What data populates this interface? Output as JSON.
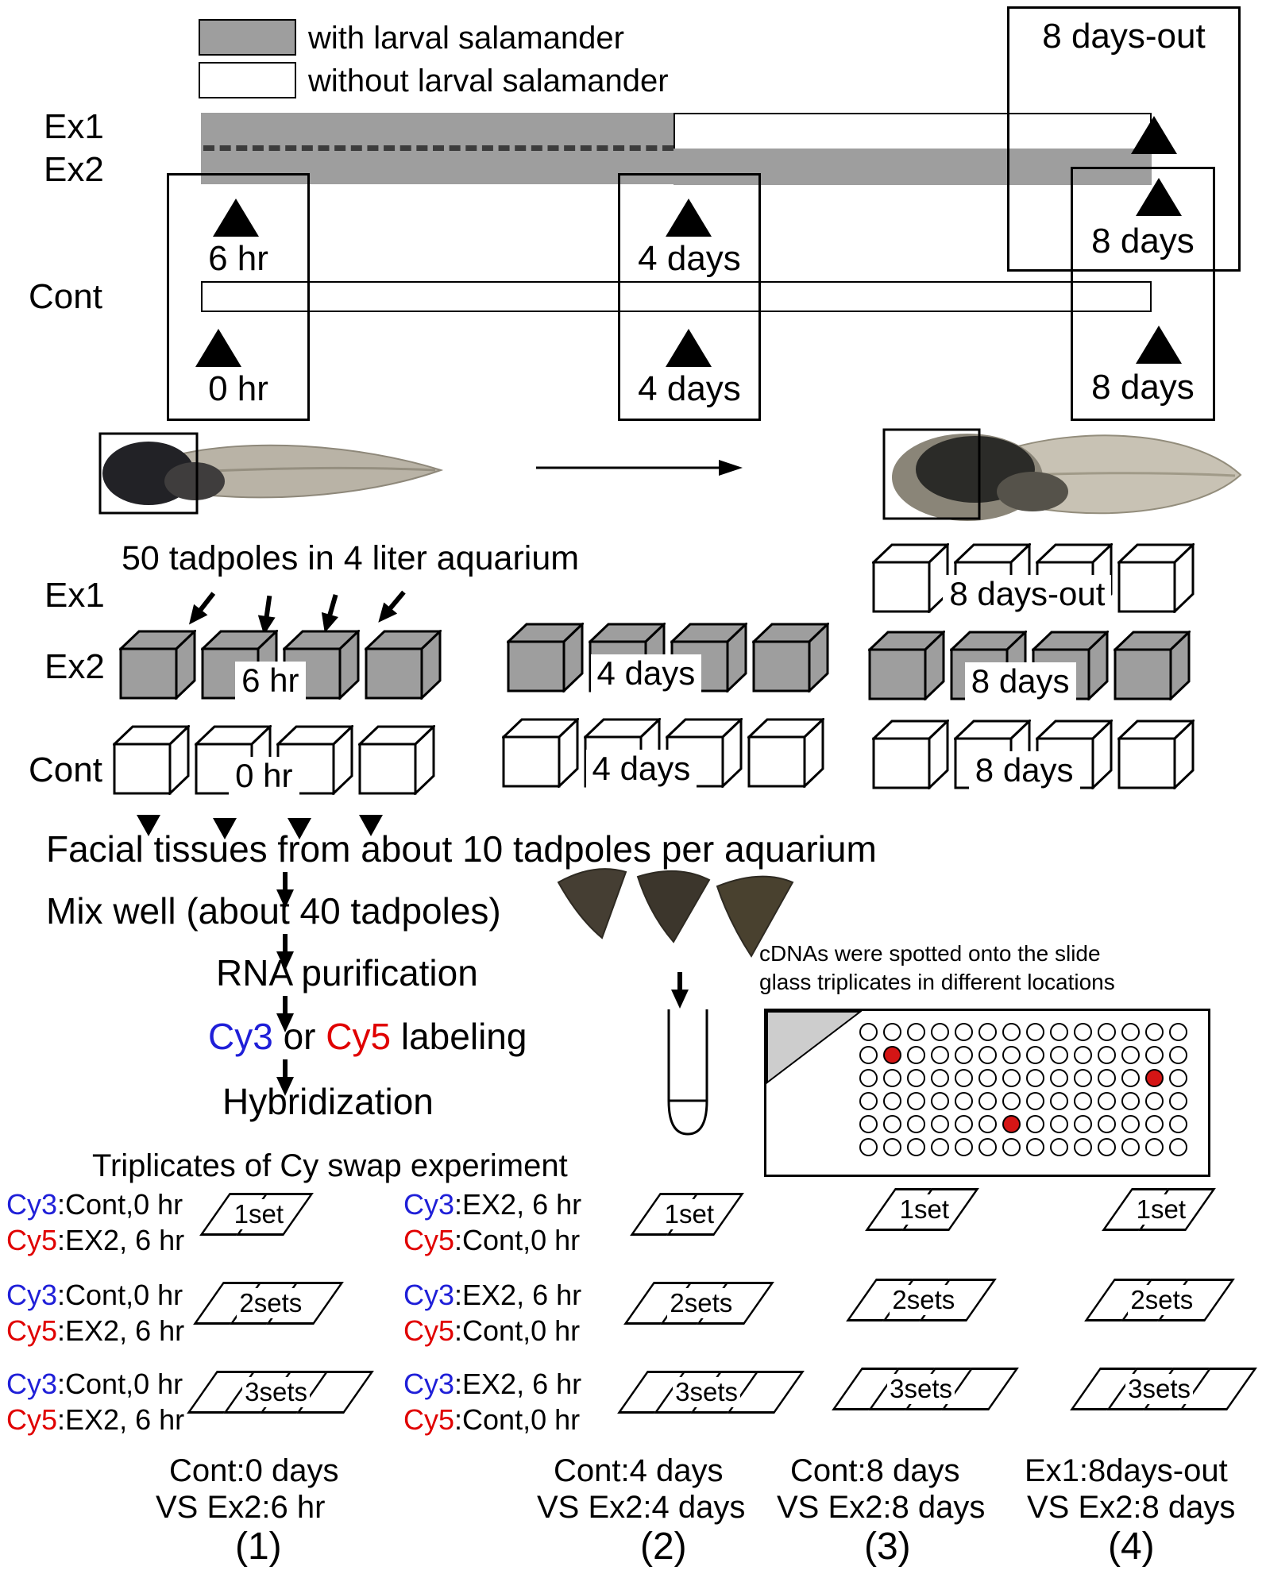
{
  "colors": {
    "with_salamander_gray": "#9e9e9e",
    "cy3_blue": "#1f1fd8",
    "cy5_red": "#e00000",
    "spot_red": "#d51515"
  },
  "legend": {
    "with_label": "with larval salamander",
    "without_label": "without larval salamander"
  },
  "timeline": {
    "ex1": "Ex1",
    "ex2": "Ex2",
    "cont": "Cont",
    "days_out": "8 days-out",
    "box1_top": "6 hr",
    "box1_bottom": "0 hr",
    "box2_top": "4 days",
    "box2_bottom": "4 days",
    "box3_top": "8 days",
    "box3_bottom": "8 days"
  },
  "aquarium": {
    "title": "50 tadpoles in 4 liter aquarium",
    "ex1": "Ex1",
    "ex2": "Ex2",
    "cont": "Cont",
    "rows": {
      "left_ex2": {
        "color": "gray",
        "count": 4,
        "label": "6 hr"
      },
      "left_cont": {
        "color": "white",
        "count": 4,
        "label": "0 hr"
      },
      "mid_ex2": {
        "color": "gray",
        "count": 4,
        "label": "4 days"
      },
      "mid_cont": {
        "color": "white",
        "count": 4,
        "label": "4 days"
      },
      "right_ex1": {
        "color": "white",
        "count": 4,
        "label": "8 days-out"
      },
      "right_ex2": {
        "color": "gray",
        "count": 4,
        "label": "8 days"
      },
      "right_cont": {
        "color": "white",
        "count": 4,
        "label": "8 days"
      }
    }
  },
  "process": {
    "step1": "Facial tissues from about 10 tadpoles per aquarium",
    "step2": "Mix well (about 40 tadpoles)",
    "step3": "RNA purification",
    "step4_parts": [
      {
        "text": "Cy3",
        "color": "#1f1fd8"
      },
      {
        "text": " or ",
        "color": "#000000"
      },
      {
        "text": "Cy5",
        "color": "#e00000"
      },
      {
        "text": " labeling",
        "color": "#000000"
      }
    ],
    "step5": "Hybridization"
  },
  "microarray": {
    "note_line1": "cDNAs were spotted onto the slide",
    "note_line2": "glass triplicates in different locations",
    "grid_rows": 6,
    "grid_cols": 14,
    "red_spots": [
      [
        1,
        1
      ],
      [
        2,
        12
      ],
      [
        4,
        6
      ]
    ]
  },
  "cyswap": {
    "title": "Triplicates of Cy swap experiment",
    "cy3_prefix": "Cy3",
    "cy5_prefix": "Cy5",
    "set_rows": [
      {
        "slides": 2,
        "label": "1set"
      },
      {
        "slides": 3,
        "label": "2sets"
      },
      {
        "slides": 4,
        "label": "3sets"
      }
    ],
    "columns": [
      {
        "cy3_rest": ":Cont,0 hr",
        "cy5_rest": ":EX2, 6 hr",
        "comparison1": "Cont:0 days",
        "comparison2": "VS Ex2:6 hr",
        "number": "(1)"
      },
      {
        "cy3_rest": ":EX2, 6 hr",
        "cy5_rest": ":Cont,0 hr",
        "comparison1": "Cont:4 days",
        "comparison2": "VS Ex2:4 days",
        "number": "(2)"
      },
      {
        "comparison1": "Cont:8 days",
        "comparison2": "VS Ex2:8 days",
        "number": "(3)"
      },
      {
        "comparison1": "Ex1:8days-out",
        "comparison2": "VS Ex2:8 days",
        "number": "(4)"
      }
    ]
  }
}
